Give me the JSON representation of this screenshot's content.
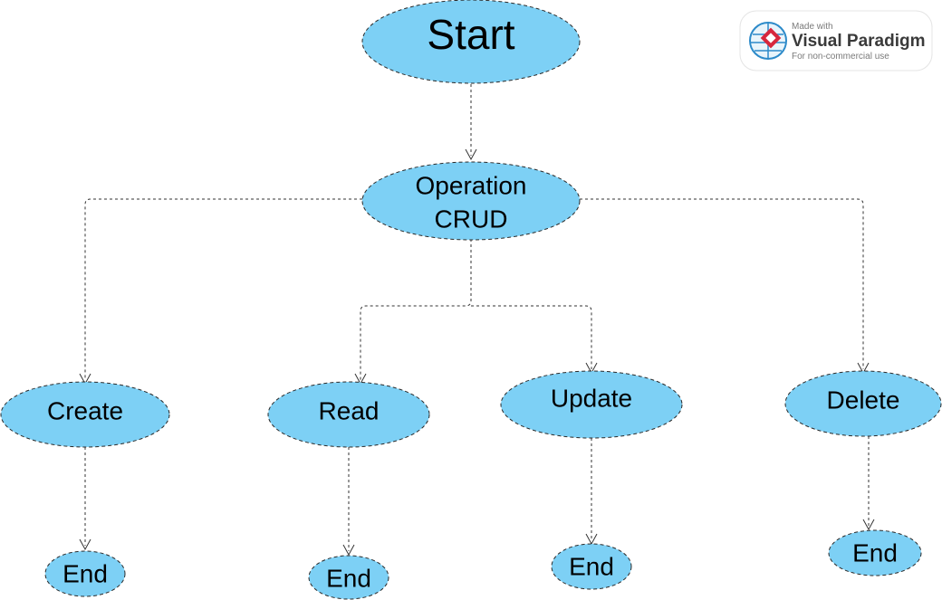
{
  "diagram": {
    "nodes": {
      "start": "Start",
      "operation": [
        "Operation",
        "CRUD"
      ],
      "create": "Create",
      "read": "Read",
      "update": "Update",
      "delete": "Delete",
      "end_create": "End",
      "end_read": "End",
      "end_update": "End",
      "end_delete": "End"
    },
    "colors": {
      "node_fill": "#7dd0f5",
      "node_stroke": "#2a2a2a",
      "edge": "#333333"
    }
  },
  "watermark": {
    "made_with": "Made with",
    "brand": "Visual Paradigm",
    "note": "For non-commercial use",
    "icon": "visual-paradigm-logo-icon"
  }
}
